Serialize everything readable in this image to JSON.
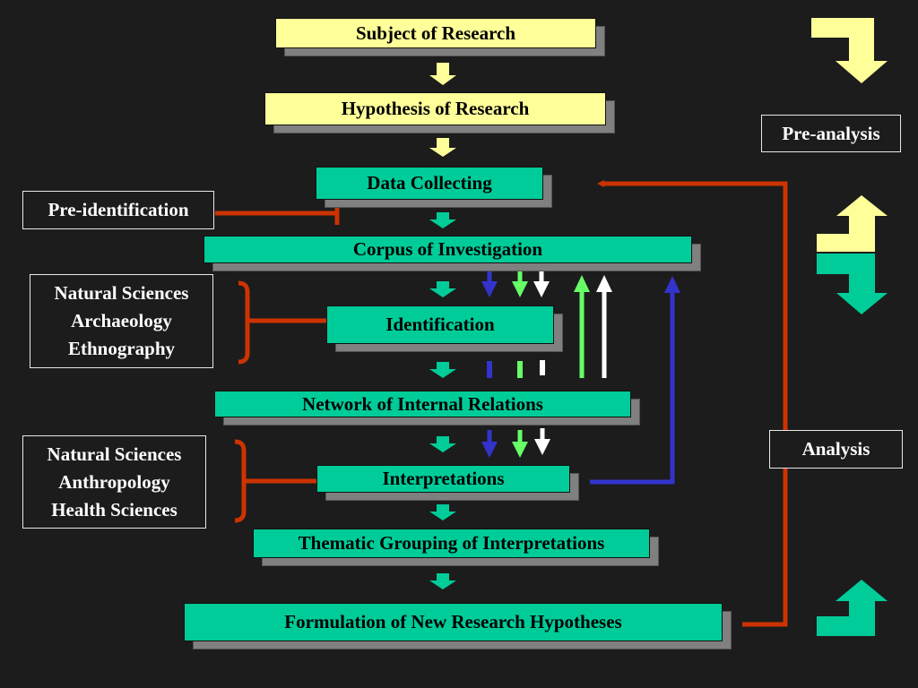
{
  "flow": {
    "subject": "Subject of Research",
    "hypothesis": "Hypothesis of Research",
    "data_collecting": "Data Collecting",
    "corpus": "Corpus of Investigation",
    "identification": "Identification",
    "network": "Network of Internal Relations",
    "interpretations": "Interpretations",
    "thematic": "Thematic Grouping of Interpretations",
    "formulation": "Formulation of New Research Hypotheses"
  },
  "labels": {
    "pre_identification": "Pre-identification",
    "identification_fields": [
      "Natural Sciences",
      "Archaeology",
      "Ethnography"
    ],
    "interpretation_fields": [
      "Natural Sciences",
      "Anthropology",
      "Health Sciences"
    ],
    "pre_analysis": "Pre-analysis",
    "analysis": "Analysis"
  },
  "colors": {
    "background": "#1c1c1c",
    "pre_analysis_box": "#ffff99",
    "analysis_box": "#00cc99",
    "shadow": "#808080",
    "feedback_line": "#cc3300",
    "blue_arrow": "#3333cc",
    "green_arrow": "#66ff66",
    "white_arrow": "#ffffff"
  }
}
